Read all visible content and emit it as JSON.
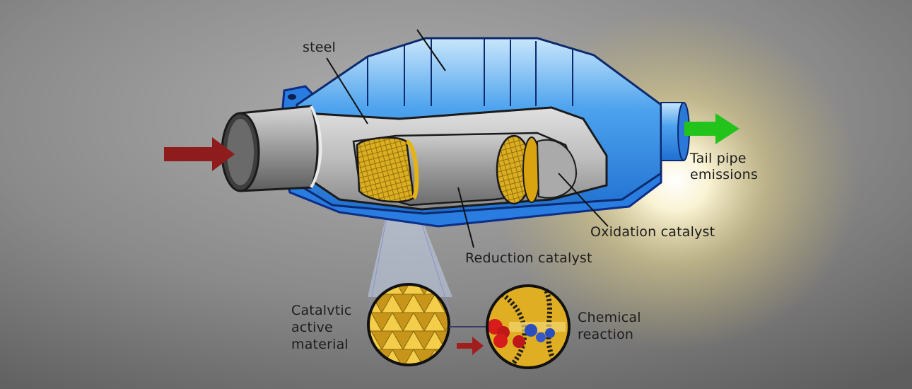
{
  "labels": {
    "steel": "steel",
    "tail_pipe": [
      "Tail pipe",
      "emissions"
    ],
    "oxidation": "Oxidation catalyst",
    "reduction": "Reduction catalyst",
    "catalytic": [
      "Catalvtic",
      "active",
      "material"
    ],
    "chemical": [
      "Chemical",
      "reaction"
    ]
  },
  "colors": {
    "shell_blue": "#2f8ee8",
    "shell_light": "#bfe0fa",
    "flange": "#2a7de0",
    "catalyst_yellow": "#d9a410",
    "inlet_arrow": "#8e1c1c",
    "outlet_arrow": "#22c41c",
    "molecule_red": "#d81c1c",
    "molecule_blue": "#2a4fbd",
    "steel_gray": "#9c9c9c"
  },
  "icons": {
    "inlet": "red-arrow-icon",
    "outlet": "green-arrow-icon",
    "reaction": "small-red-arrow-icon"
  }
}
